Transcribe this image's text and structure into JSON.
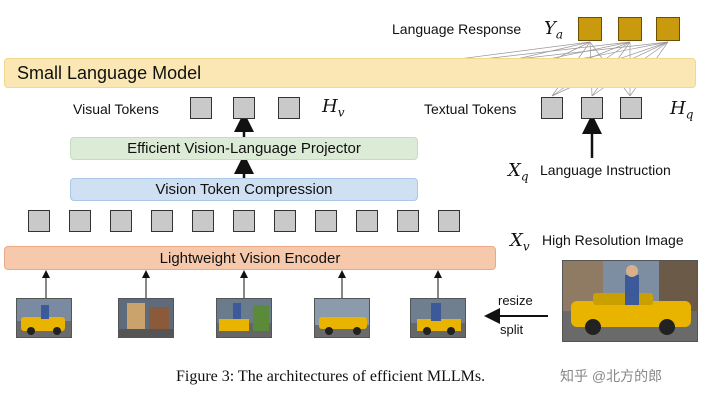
{
  "labels": {
    "language_response": "Language Response",
    "ya": "Y",
    "ya_sub": "a",
    "slm": "Small Language Model",
    "visual_tokens": "Visual Tokens",
    "hv": "H",
    "hv_sub": "v",
    "textual_tokens": "Textual Tokens",
    "hq": "H",
    "hq_sub": "q",
    "projector": "Efficient Vision-Language Projector",
    "xq": "X",
    "xq_sub": "q",
    "language_instruction": "Language Instruction",
    "compression": "Vision Token Compression",
    "xv": "X",
    "xv_sub": "v",
    "high_res_image": "High Resolution Image",
    "encoder": "Lightweight Vision Encoder",
    "resize": "resize",
    "split": "split"
  },
  "caption": "Figure 3: The architectures of efficient MLLMs.",
  "watermark": "知乎 @北方的郎",
  "colors": {
    "slm": "#fbe7b3",
    "projector": "#dcebd6",
    "compression": "#cfe0f2",
    "encoder": "#f6c9ac",
    "gold_token": "#c99a0d",
    "grey_token": "#c9c9c9"
  }
}
